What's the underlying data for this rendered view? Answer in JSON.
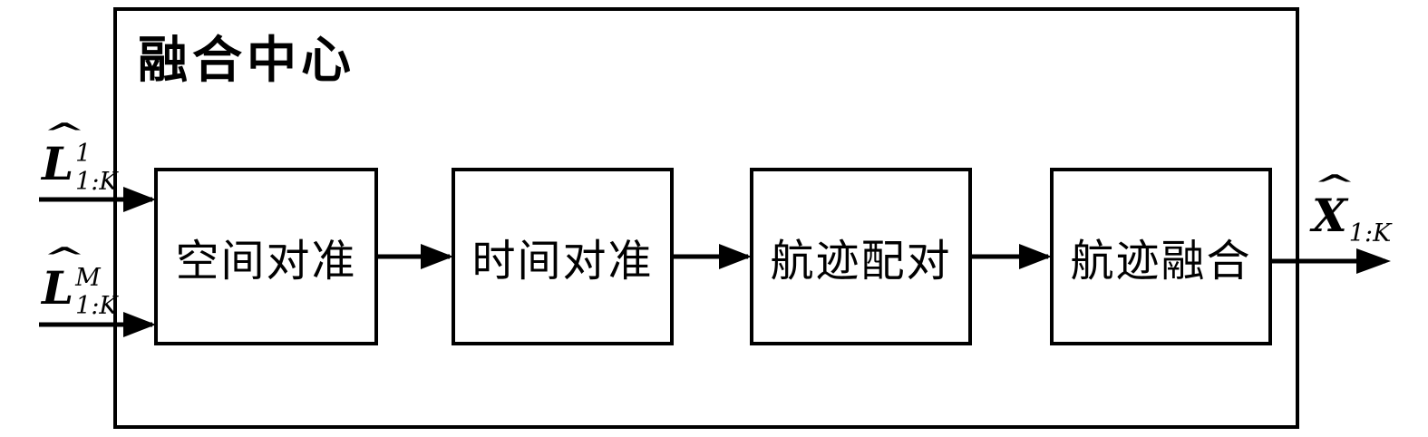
{
  "colors": {
    "background": "#ffffff",
    "stroke": "#000000"
  },
  "fusion_center": {
    "title": "融合中心",
    "boxes": [
      {
        "label": "空间对准"
      },
      {
        "label": "时间对准"
      },
      {
        "label": "航迹配对"
      },
      {
        "label": "航迹融合"
      }
    ]
  },
  "labels": {
    "input1": {
      "hat": "^",
      "letter": "L",
      "sup": "1",
      "sub": "1:K"
    },
    "input2": {
      "hat": "^",
      "letter": "L",
      "sup": "M",
      "sub": "1:K"
    },
    "output": {
      "hat": "^",
      "letter": "X",
      "sup": "",
      "sub": "1:K"
    }
  }
}
